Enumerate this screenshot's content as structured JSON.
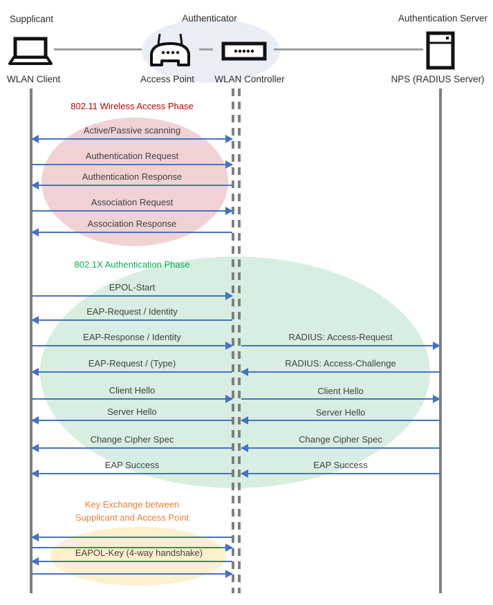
{
  "header": {
    "roles": [
      "Supplicant",
      "Authenticator",
      "Authentication Server"
    ],
    "devices": [
      "WLAN Client",
      "Access Point",
      "WLAN Controller",
      "NPS (RADIUS Server)"
    ],
    "icons": [
      "laptop-icon",
      "access-point-icon",
      "wlan-controller-icon",
      "server-icon"
    ]
  },
  "phases": {
    "p1": {
      "title": "802.11 Wireless Access Phase",
      "title_color": "#C00000",
      "ellipse_color": "#F0D2D5"
    },
    "p2": {
      "title": "802.1X Authentication Phase",
      "title_color": "#00B050",
      "ellipse_color": "#D7EEE1"
    },
    "p3": {
      "title_line1": "Key Exchange between",
      "title_line2": "Supplicant and Access Point",
      "title_color": "#ED7D31",
      "ellipse_color": "#FDF0CC"
    }
  },
  "messages": {
    "m1": {
      "label": "Active/Passive scanning",
      "dir": "both"
    },
    "m2": {
      "label": "Authentication Request",
      "dir": "right"
    },
    "m3": {
      "label": "Authentication Response",
      "dir": "left"
    },
    "m4": {
      "label": "Association Request",
      "dir": "right"
    },
    "m5": {
      "label": "Association Response",
      "dir": "left"
    },
    "m6": {
      "label": "EPOL-Start",
      "dir": "right"
    },
    "m7": {
      "label": "EAP-Request / Identity",
      "dir": "left"
    },
    "m8": {
      "label": "EAP-Response / Identity",
      "dir": "right"
    },
    "m9": {
      "label": "EAP-Request / (Type)",
      "dir": "left"
    },
    "m10": {
      "label": "Client Hello",
      "dir": "right"
    },
    "m11": {
      "label": "Server Hello",
      "dir": "left"
    },
    "m12": {
      "label": "Change Cipher Spec",
      "dir": "left"
    },
    "m13": {
      "label": "EAP Success",
      "dir": "left"
    },
    "m14": {
      "label": "",
      "dir": "left"
    },
    "m15": {
      "label": "",
      "dir": "right"
    },
    "m16": {
      "label": "EAPOL-Key (4-way handshake)",
      "dir": "left"
    },
    "m17": {
      "label": "",
      "dir": "right"
    },
    "r1": {
      "label": "RADIUS: Access-Request",
      "dir": "right"
    },
    "r2": {
      "label": "RADIUS: Access-Challenge",
      "dir": "left"
    },
    "r3": {
      "label": "Client Hello",
      "dir": "right"
    },
    "r4": {
      "label": "Server Hello",
      "dir": "left"
    },
    "r5": {
      "label": "Change Cipher Spec",
      "dir": "left"
    },
    "r6": {
      "label": "EAP Success",
      "dir": "left"
    }
  },
  "colors": {
    "arrow": "#4472C4",
    "lifeline": "#7F7F7F",
    "connector": "#9E9E9E",
    "message_text": "#404040",
    "hub_ellipse": "#E9EDF6"
  }
}
